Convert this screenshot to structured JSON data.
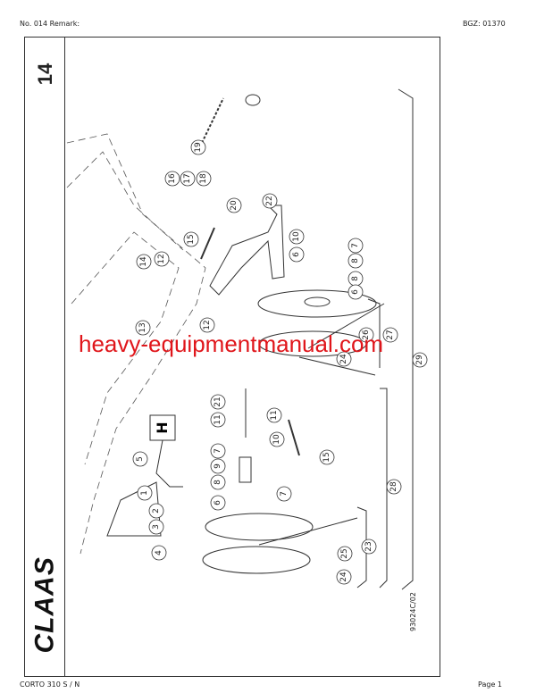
{
  "header": {
    "left": "No. 014   Remark:",
    "right": "BGZ: 01370"
  },
  "footer": {
    "left": "CORTO 310 S / N",
    "right": "Page 1"
  },
  "section_number": "14",
  "logo": "CLAAS",
  "drawing_number": "93024C/02",
  "watermark": "heavy-equipmentmanual.com",
  "pedal_letter": "H",
  "callouts": [
    "19",
    "16",
    "17",
    "18",
    "20",
    "22",
    "15",
    "14",
    "12",
    "13",
    "12",
    "10",
    "6",
    "7",
    "8",
    "8",
    "6",
    "26",
    "27",
    "24",
    "29",
    "21",
    "11",
    "11",
    "10",
    "7",
    "9",
    "15",
    "8",
    "6",
    "7",
    "28",
    "5",
    "1",
    "2",
    "3",
    "4",
    "25",
    "23",
    "24"
  ],
  "colors": {
    "watermark": "#e0161b",
    "line": "#333333"
  }
}
